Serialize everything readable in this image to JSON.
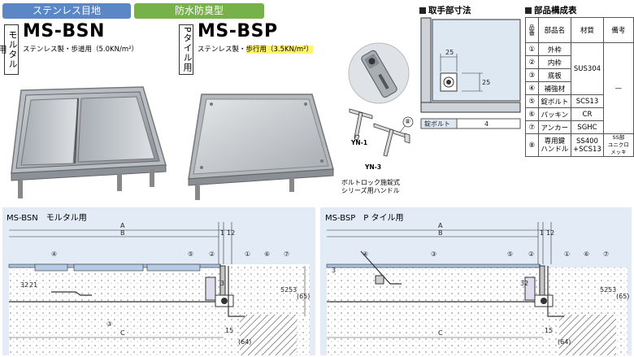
{
  "tags": {
    "left": "ステンレス目地",
    "right": "防水防臭型"
  },
  "left_product": {
    "vertical": "モルタル用",
    "model": "MS-BSN",
    "spec": "ステンレス製・歩道用（5.0KN/m²）"
  },
  "right_product": {
    "vertical": "Pタイル用",
    "model": "MS-BSP",
    "spec_prefix": "ステンレス製・",
    "spec_highlight": "歩行用（3.5KN/m²）"
  },
  "handles": {
    "yn1": "YN-1",
    "yn3": "YN-3",
    "circle": "⑧",
    "caption1": "ボルトロック施錠式",
    "caption2": "シリーズ用ハンドル"
  },
  "handle_section": {
    "title": "取手部寸法",
    "dim_a": "25",
    "dim_b": "25",
    "bolt_label": "錠ボルト",
    "bolt_count": "4"
  },
  "parts": {
    "title": "部品構成表",
    "head": [
      "品番",
      "部品名",
      "材質",
      "備考"
    ],
    "rows": [
      {
        "no": "①",
        "name": "外枠"
      },
      {
        "no": "②",
        "name": "内枠"
      },
      {
        "no": "③",
        "name": "底板"
      },
      {
        "no": "④",
        "name": "補強材"
      },
      {
        "no": "⑤",
        "name": "錠ボルト",
        "material": "SCS13"
      },
      {
        "no": "⑥",
        "name": "パッキン",
        "material": "CR"
      },
      {
        "no": "⑦",
        "name": "アンカー",
        "material": "SGHC"
      }
    ],
    "sus": "SUS304",
    "dash": "—",
    "row8": {
      "no": "⑧",
      "name1": "専用鍵",
      "name2": "ハンドル",
      "mat1": "SS400",
      "mat2": "+SCS13",
      "note1": "SS部",
      "note2": "ユニクロメッキ"
    }
  },
  "sections": {
    "left": {
      "title": "MS-BSN　モルタル用",
      "A": "A",
      "B": "B",
      "C": "C",
      "d1": "1",
      "d12": "12",
      "d32": "32",
      "d21": "21",
      "d52": "52",
      "d53": "53",
      "d65": "(65)",
      "d15": "15",
      "d64": "(64)",
      "d3": "3",
      "c1": "①",
      "c3": "③",
      "c4": "④",
      "c5": "⑤",
      "c2": "②",
      "c6": "⑥",
      "c7": "⑦"
    },
    "right": {
      "title": "MS-BSP　P タイル用",
      "A": "A",
      "B": "B",
      "C": "C",
      "d1": "1",
      "d12": "12",
      "d32": "32",
      "d52": "52",
      "d53": "53",
      "d65": "(65)",
      "d15": "15",
      "d64": "(64)",
      "d3": "3",
      "c1": "①",
      "c3": "③",
      "c4": "④",
      "c5": "⑤",
      "c2": "②",
      "c6": "⑥",
      "c7": "⑦"
    }
  }
}
